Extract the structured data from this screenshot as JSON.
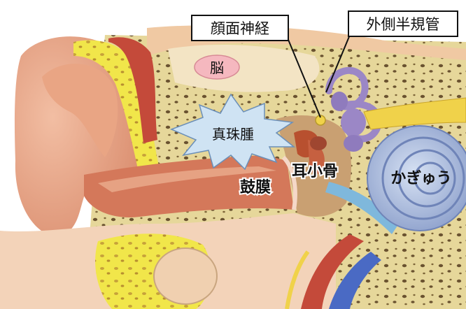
{
  "labels": {
    "facial_nerve": "顔面神経",
    "lateral_canal": "外側半規管",
    "brain": "脳",
    "cholesteatoma": "真珠腫",
    "ossicles": "耳小骨",
    "eardrum": "鼓膜",
    "cochlea": "かぎゅう"
  },
  "colors": {
    "skin": "#e39a7e",
    "skin_light": "#f0b9a0",
    "bone": "#e6d79a",
    "bone_spot": "#6a5230",
    "fat_yellow": "#f1e64a",
    "canal_inner": "#d4785a",
    "cochlea_blue": "#a3b4d8",
    "semicircular_purple": "#9b87c6",
    "starburst": "#cfe3f3",
    "brain_pill": "#f5b8bf",
    "nerve_yellow": "#f0d24a",
    "muscle_red": "#c44a3a"
  }
}
